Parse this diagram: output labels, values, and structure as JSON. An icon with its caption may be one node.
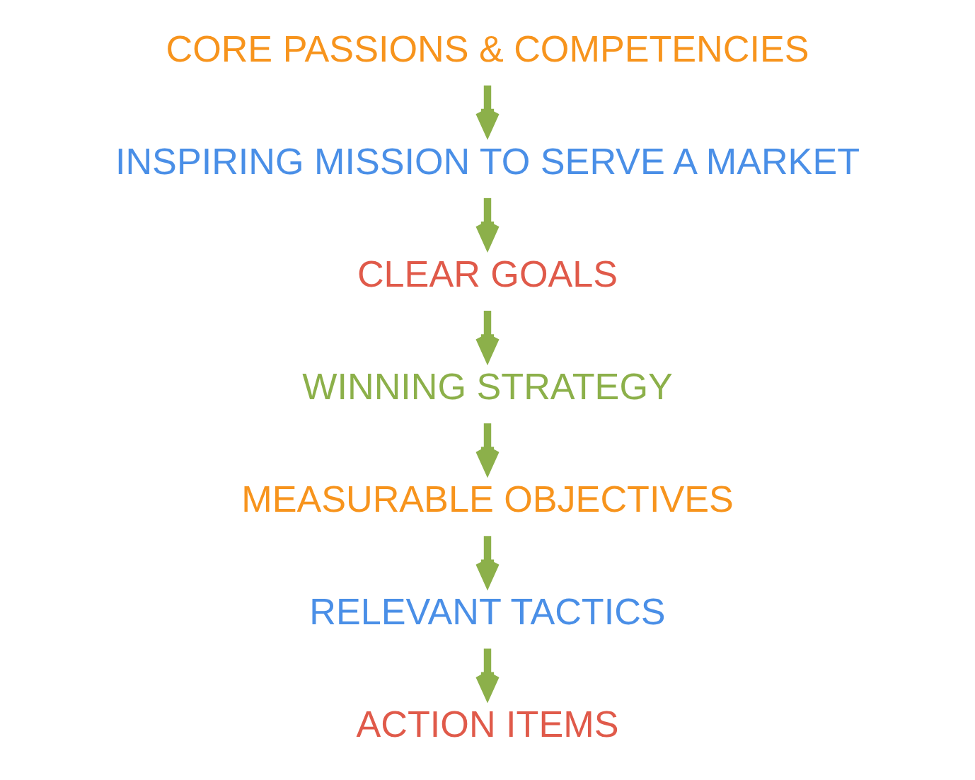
{
  "diagram": {
    "nodes": [
      {
        "text": [
          "CORE PASSIONS & COMPETENCIES"
        ]
      },
      {
        "text": [
          "INSPIRING MISSION TO SERVE A MARKET"
        ]
      },
      {
        "text": [
          "CLEAR GOALS"
        ]
      },
      {
        "text": [
          "WINNING STRATEGY"
        ]
      },
      {
        "text": [
          "MEASURABLE OBJECTIVES"
        ]
      },
      {
        "text": [
          "RELEVANT TACTICS"
        ]
      },
      {
        "text": [
          "ACTION ITEMS"
        ]
      }
    ],
    "edges": [
      {
        "from": 0,
        "to": 1,
        "arrow": "to"
      },
      {
        "from": 1,
        "to": 2,
        "arrow": "to"
      },
      {
        "from": 2,
        "to": 3,
        "arrow": "to"
      },
      {
        "from": 3,
        "to": 4,
        "arrow": "to"
      },
      {
        "from": 4,
        "to": 5,
        "arrow": "to"
      },
      {
        "from": 5,
        "to": 6,
        "arrow": "to"
      }
    ]
  }
}
